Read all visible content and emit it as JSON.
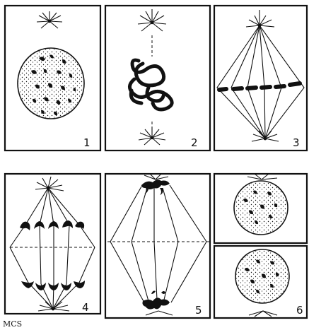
{
  "figure": {
    "panels": [
      {
        "label": "1",
        "stage": "prophase-early"
      },
      {
        "label": "2",
        "stage": "prophase-late"
      },
      {
        "label": "3",
        "stage": "metaphase"
      },
      {
        "label": "4",
        "stage": "anaphase"
      },
      {
        "label": "5",
        "stage": "telophase"
      },
      {
        "label": "6",
        "stage": "daughter-cells"
      }
    ],
    "signature": "MCS"
  },
  "colors": {
    "ink": "#111111",
    "paper": "#ffffff"
  }
}
